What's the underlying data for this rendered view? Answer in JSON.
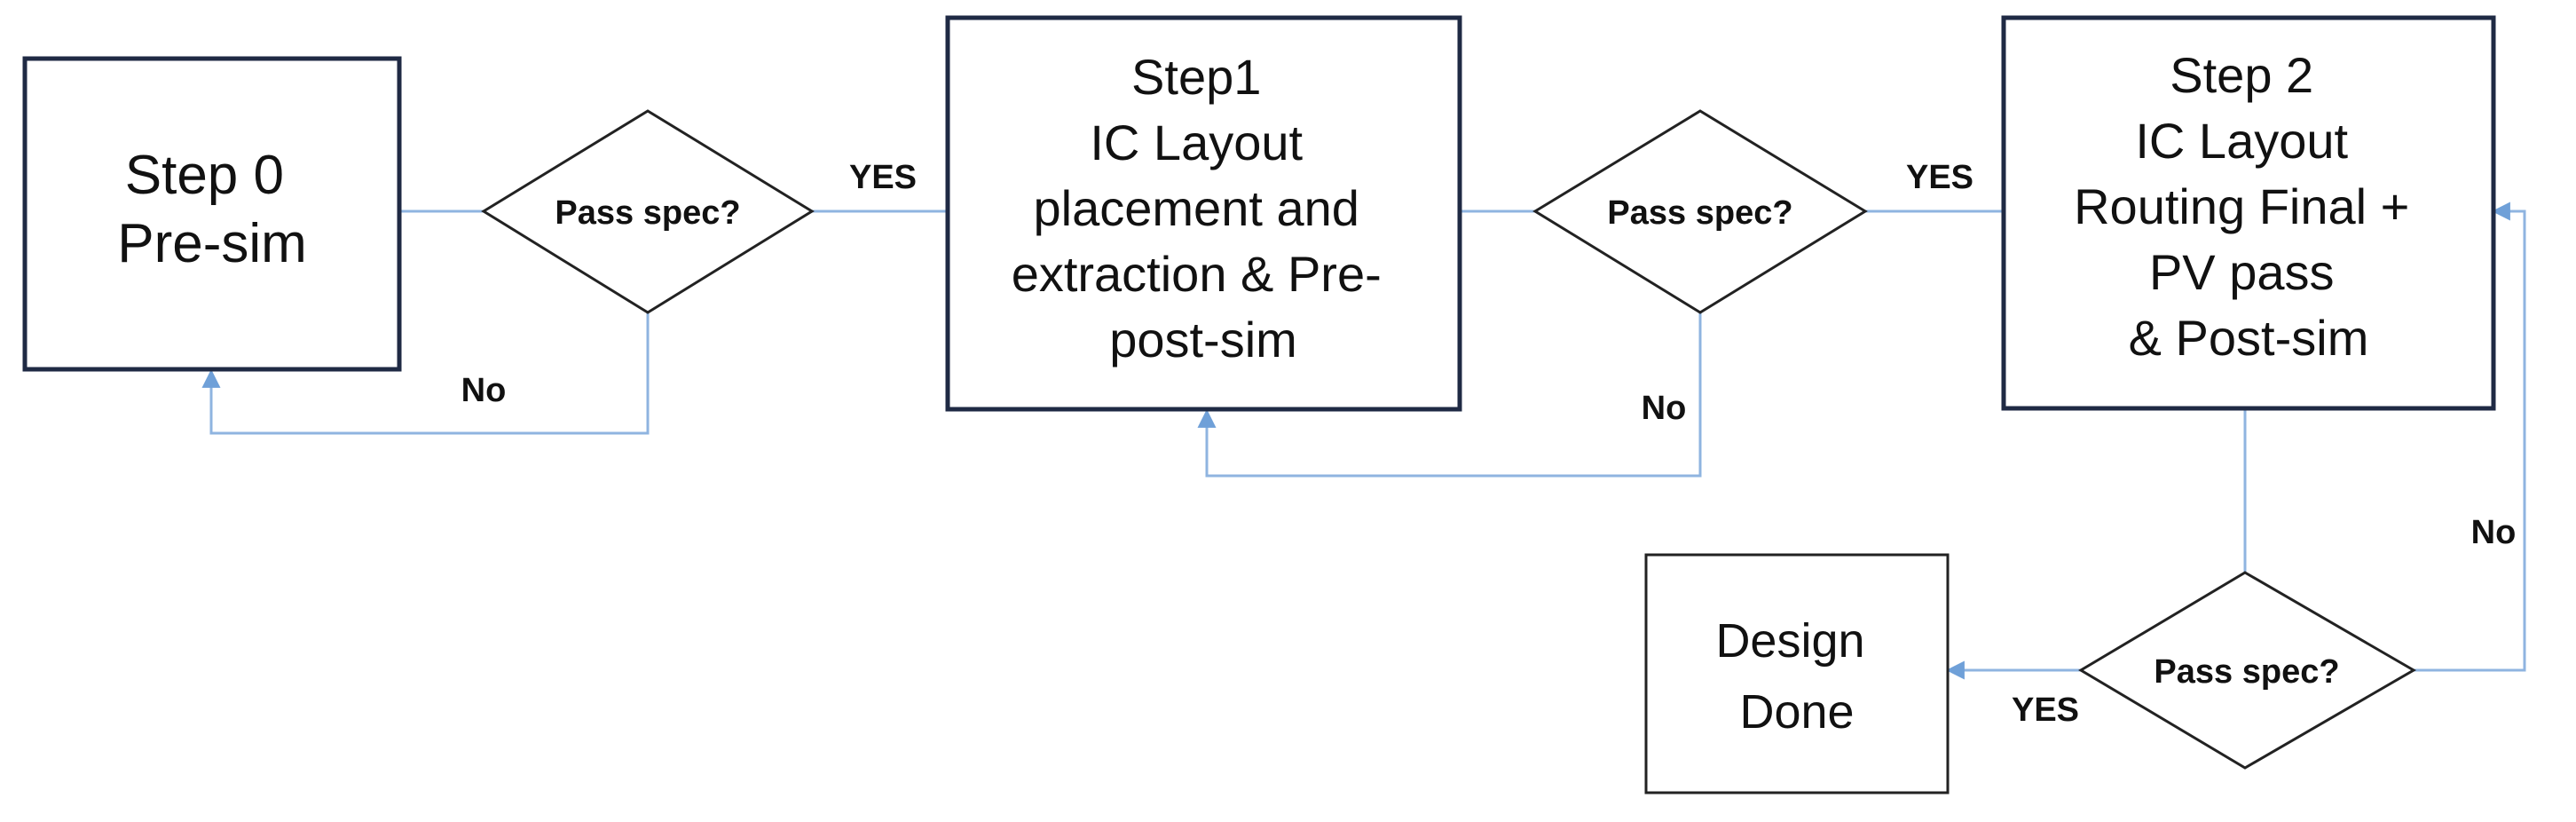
{
  "colors": {
    "box_stroke": "#1f2a44",
    "diamond_stroke": "#222222",
    "connector": "#8fb4e0",
    "arrowhead": "#6fa0d8",
    "text": "#111111"
  },
  "nodes": {
    "step0": {
      "lines": [
        "Step 0",
        "Pre-sim"
      ]
    },
    "step1": {
      "lines": [
        "Step1",
        "IC Layout",
        "placement and",
        "extraction & Pre-",
        "post-sim"
      ]
    },
    "step2": {
      "lines": [
        "Step 2",
        "IC Layout",
        "Routing Final +",
        "PV pass",
        "& Post-sim"
      ]
    },
    "done": {
      "lines": [
        "Design",
        "Done"
      ]
    },
    "decision1": {
      "label": "Pass spec?"
    },
    "decision2": {
      "label": "Pass spec?"
    },
    "decision3": {
      "label": "Pass spec?"
    }
  },
  "edge_labels": {
    "d1_yes": "YES",
    "d1_no": "No",
    "d2_yes": "YES",
    "d2_no": "No",
    "d3_yes": "YES",
    "d3_no": "No"
  }
}
